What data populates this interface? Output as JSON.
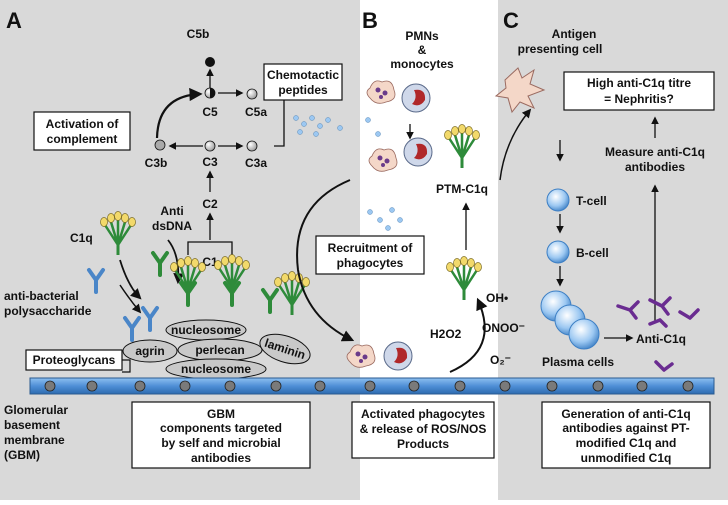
{
  "panels": {
    "a": "A",
    "b": "B",
    "c": "C"
  },
  "complement": {
    "c5b": "C5b",
    "c5": "C5",
    "c5a": "C5a",
    "c3b": "C3b",
    "c3": "C3",
    "c3a": "C3a",
    "c2": "C2",
    "c1": "C1",
    "c1q": "C1q",
    "activation_line1": "Activation of",
    "activation_line2": "complement",
    "chemotactic_line1": "Chemotactic",
    "chemotactic_line2": "peptides",
    "anti_dsdna_line1": "Anti",
    "anti_dsdna_line2": "dsDNA",
    "anti_bacterial_line1": "anti-bacterial",
    "anti_bacterial_line2": "polysaccharide"
  },
  "gbm": {
    "nucleosome_top": "nucleosome",
    "agrin": "agrin",
    "perlecan": "perlecan",
    "laminin": "laminin",
    "nucleosome_bottom": "nucleosome",
    "proteoglycans": "Proteoglycans",
    "label_line1": "Glomerular",
    "label_line2": "basement",
    "label_line3": "membrane",
    "label_line4": "(GBM)",
    "targeted_line1": "GBM",
    "targeted_line2": "components targeted",
    "targeted_line3": "by self and microbial",
    "targeted_line4": "antibodies"
  },
  "phagocytes": {
    "pmns_line1": "PMNs",
    "pmns_line2": "&",
    "pmns_line3": "monocytes",
    "ptm_c1q": "PTM-C1q",
    "recruitment_line1": "Recruitment of",
    "recruitment_line2": "phagocytes",
    "h2o2": "H2O2",
    "ohdot": "OH•",
    "onoo": "ONOO⁻",
    "o2": "O₂⁻",
    "activated_line1": "Activated phagocytes",
    "activated_line2": "& release of ROS/NOS",
    "activated_line3": "Products"
  },
  "adaptive": {
    "apc_line1": "Antigen",
    "apc_line2": "presenting cell",
    "high_line1": "High anti-C1q titre",
    "high_line2": "= Nephritis?",
    "measure_line1": "Measure anti-C1q",
    "measure_line2": "antibodies",
    "tcell": "T-cell",
    "bcell": "B-cell",
    "plasma": "Plasma cells",
    "anti_c1q": "Anti-C1q",
    "generation_line1": "Generation of anti-C1q",
    "generation_line2": "antibodies against PT-",
    "generation_line3": "modified C1q and",
    "generation_line4": "unmodified C1q"
  },
  "colors": {
    "panel_bg": "#d9d9d9",
    "membrane": "#4f8fd6",
    "c1q_head": "#f2d96b",
    "c1q_stalk": "#2e8b3a",
    "antibody": "#4a86c8",
    "anti_c1q": "#6a2c91"
  }
}
